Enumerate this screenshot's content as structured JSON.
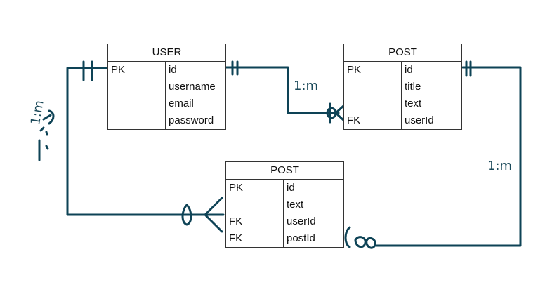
{
  "colors": {
    "line": "#0e4356",
    "border": "#333333"
  },
  "entities": [
    {
      "title": "USER",
      "rows": [
        {
          "key": "PK",
          "field": "id"
        },
        {
          "key": "",
          "field": "username"
        },
        {
          "key": "",
          "field": "email"
        },
        {
          "key": "",
          "field": "password"
        }
      ]
    },
    {
      "title": "POST",
      "rows": [
        {
          "key": "PK",
          "field": "id"
        },
        {
          "key": "",
          "field": "title"
        },
        {
          "key": "",
          "field": "text"
        },
        {
          "key": "FK",
          "field": "userId"
        }
      ]
    },
    {
      "title": "POST",
      "rows": [
        {
          "key": "PK",
          "field": "id"
        },
        {
          "key": "",
          "field": "text"
        },
        {
          "key": "FK",
          "field": "userId"
        },
        {
          "key": "FK",
          "field": "postId"
        }
      ]
    }
  ],
  "relations": [
    {
      "label": "1:m"
    },
    {
      "label": "1:m"
    },
    {
      "label": "1:m"
    }
  ]
}
